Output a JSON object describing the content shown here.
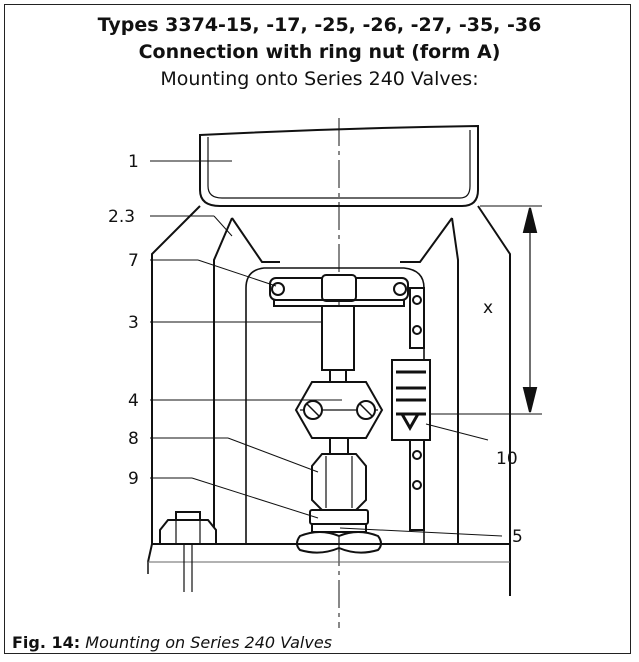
{
  "title_line1": "Types 3374-15, -17, -25, -26, -27, -35, -36",
  "title_line2": "Connection with ring nut (form A)",
  "title_line3": "Mounting onto Series 240 Valves:",
  "labels": {
    "l1": "1",
    "l23": "2.3",
    "l7": "7",
    "l3": "3",
    "l4": "4",
    "l8": "8",
    "l9": "9",
    "l5": "5",
    "l10": "10",
    "lx": "x"
  },
  "caption": {
    "label": "Fig. 14:",
    "text": " Mounting on Series 240 Valves"
  }
}
